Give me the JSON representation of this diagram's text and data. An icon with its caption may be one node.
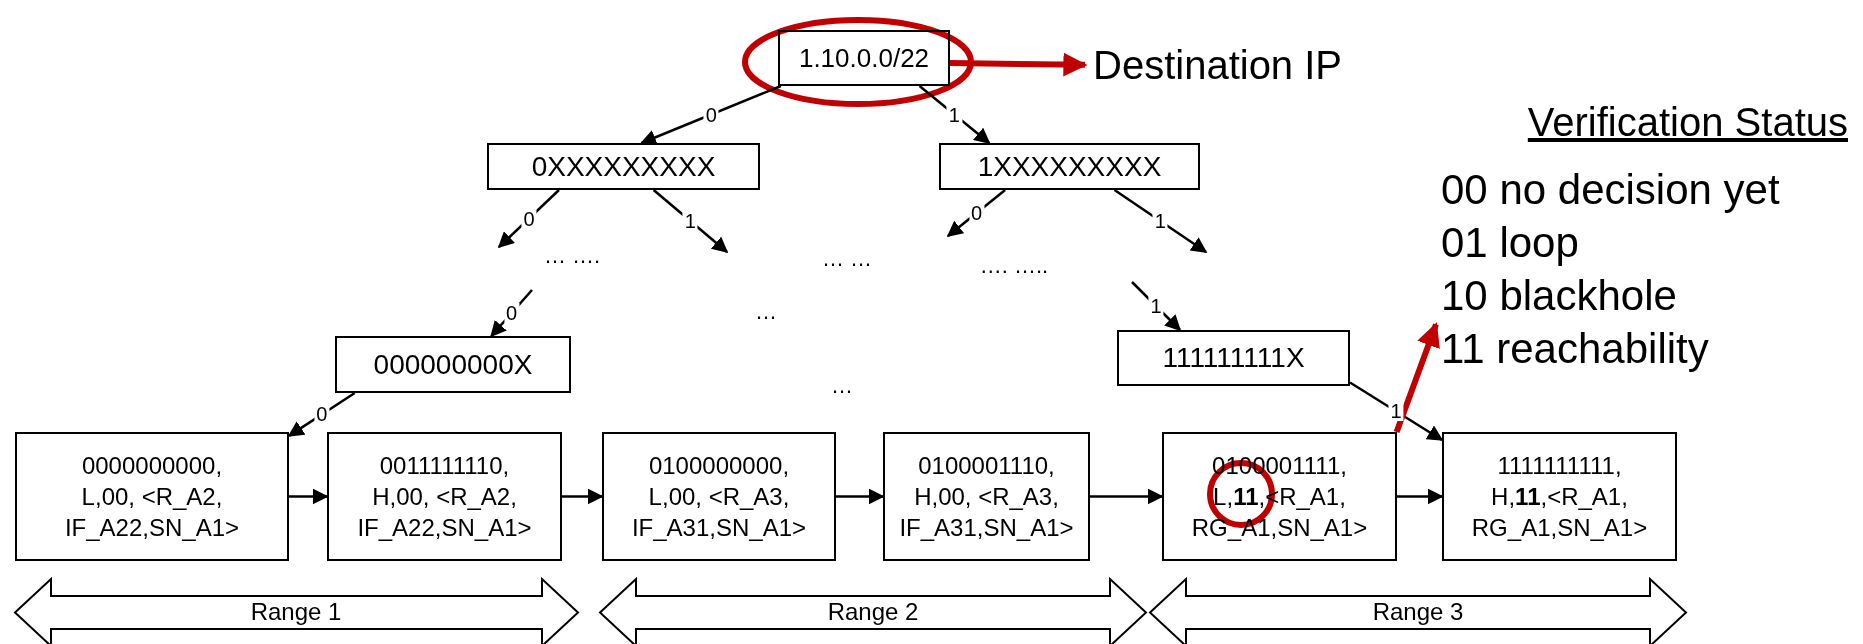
{
  "diagram": {
    "nodes": [
      {
        "text": [
          "1.10.0.0/22"
        ]
      },
      {
        "text": [
          "Destination IP"
        ]
      },
      {
        "text": [
          "Verification Status",
          "00 no decision yet",
          "01 loop",
          "10 blackhole",
          "11 reachability"
        ]
      },
      {
        "text": [
          "0XXXXXXXXX"
        ]
      },
      {
        "text": [
          "1XXXXXXXXX"
        ]
      },
      {
        "text": [
          "000000000X"
        ]
      },
      {
        "text": [
          "111111111X"
        ]
      },
      {
        "text": [
          "0000000000, L,00, <R_A2, IF_A22,SN_A1>"
        ]
      },
      {
        "text": [
          "0011111110, H,00, <R_A2, IF_A22,SN_A1>"
        ]
      },
      {
        "text": [
          "0100000000, L,00, <R_A3, IF_A31,SN_A1>"
        ]
      },
      {
        "text": [
          "0100001110, H,00, <R_A3, IF_A31,SN_A1>"
        ]
      },
      {
        "text": [
          "0100001111, L,**11**,<R_A1, RG_A1,SN_A1>"
        ]
      },
      {
        "text": [
          "1111111111, H,**11**,<R_A1, RG_A1,SN_A1>"
        ]
      }
    ],
    "edges": [
      {
        "from": 0,
        "to": 1,
        "arrow": "to",
        "style": "thick",
        "color": "#c00000"
      },
      {
        "from": 0,
        "to": 3,
        "arrow": "to",
        "label": "0"
      },
      {
        "from": 0,
        "to": 4,
        "arrow": "to",
        "label": "1"
      },
      {
        "from": 3,
        "to": null,
        "arrow": "to",
        "label": "0"
      },
      {
        "from": 3,
        "to": null,
        "arrow": "to",
        "label": "1"
      },
      {
        "from": 4,
        "to": null,
        "arrow": "to",
        "label": "0"
      },
      {
        "from": 4,
        "to": null,
        "arrow": "to",
        "label": "1"
      },
      {
        "from": null,
        "to": 5,
        "arrow": "to",
        "label": "0"
      },
      {
        "from": null,
        "to": 6,
        "arrow": "to",
        "label": "1"
      },
      {
        "from": 5,
        "to": 7,
        "arrow": "to",
        "label": "0"
      },
      {
        "from": 6,
        "to": 12,
        "arrow": "to",
        "label": "1"
      },
      {
        "from": 7,
        "to": 8,
        "arrow": "to"
      },
      {
        "from": 8,
        "to": 9,
        "arrow": "to"
      },
      {
        "from": 9,
        "to": 10,
        "arrow": "to"
      },
      {
        "from": 10,
        "to": 11,
        "arrow": "to"
      },
      {
        "from": 11,
        "to": 12,
        "arrow": "to"
      },
      {
        "from": 11,
        "to": 2,
        "arrow": "to",
        "style": "thick",
        "color": "#c00000"
      }
    ],
    "labels": [
      "… ….",
      "… …",
      "…. …..",
      "…",
      "…",
      "Range 1",
      "Range 2",
      "Range 3"
    ]
  }
}
